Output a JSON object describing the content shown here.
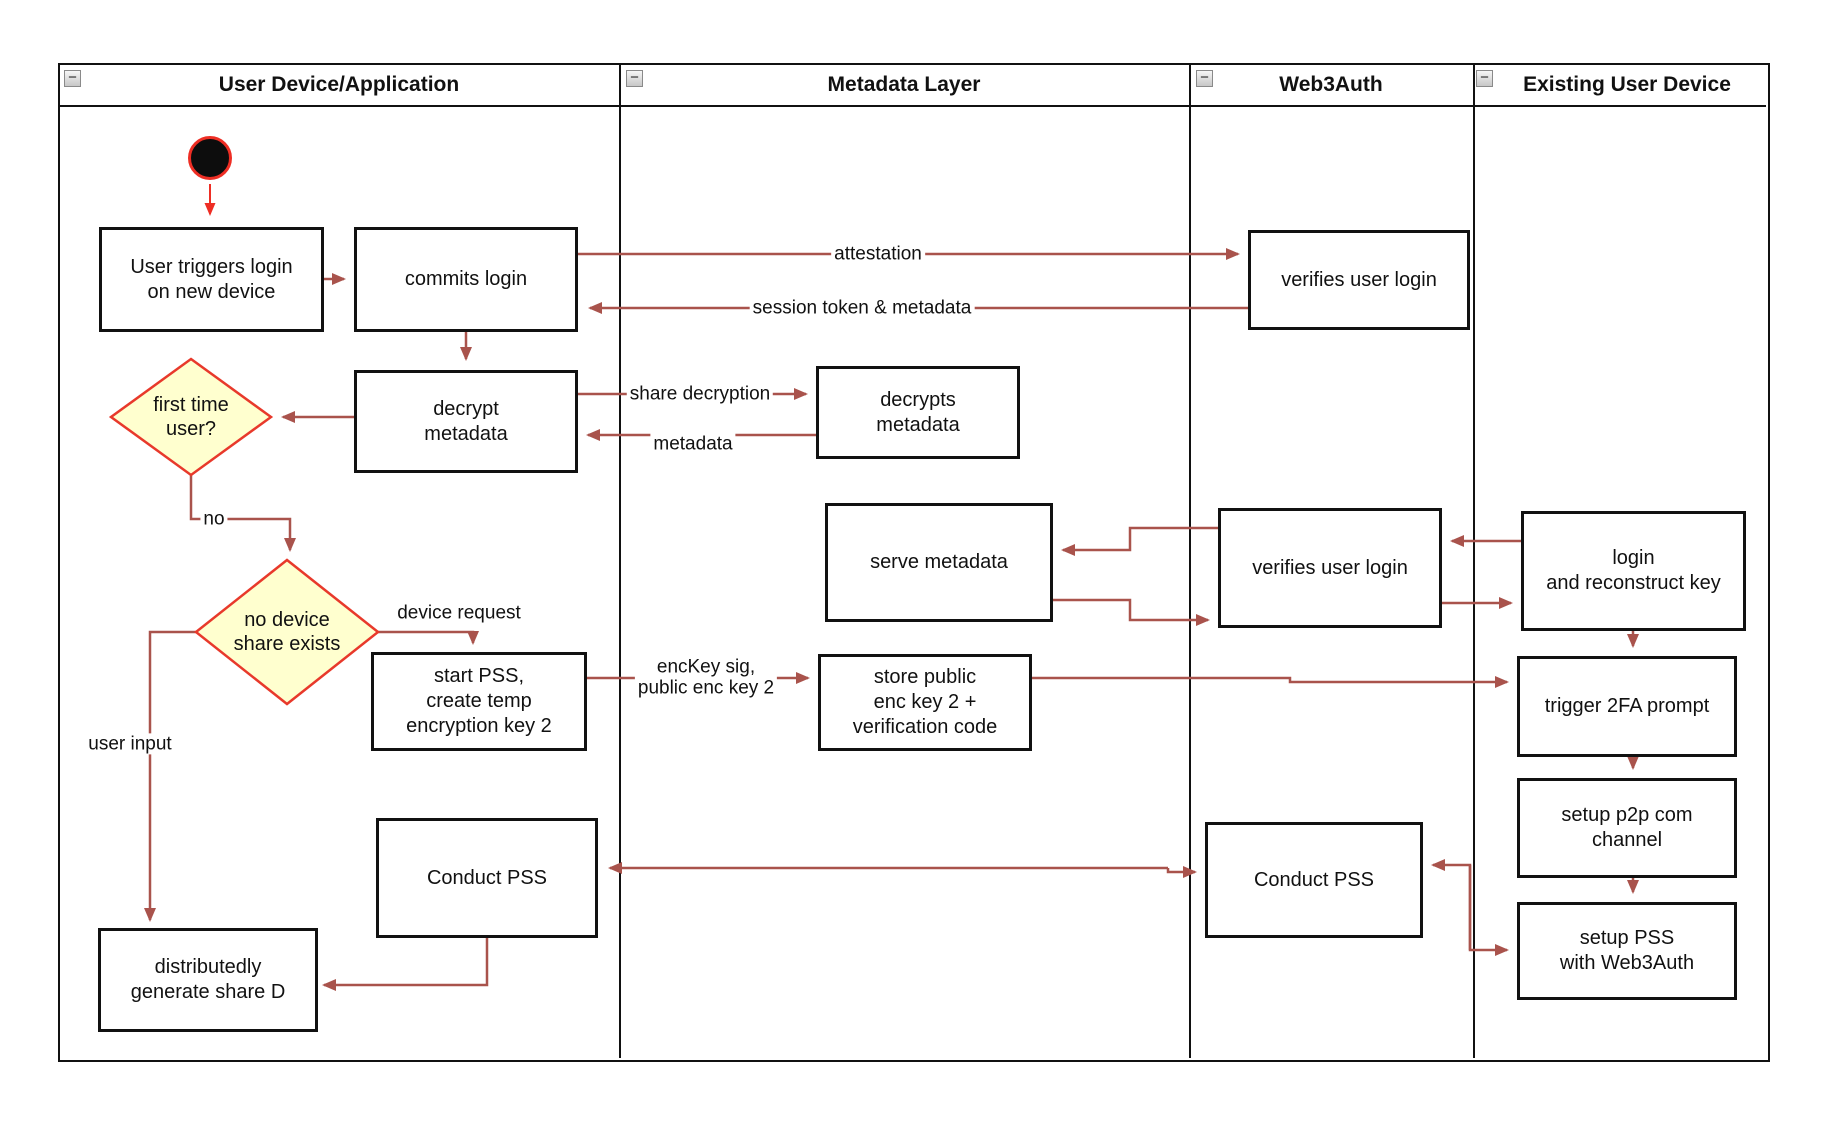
{
  "diagram": {
    "collapse_glyph": "−",
    "lanes": [
      {
        "title": "User Device/Application"
      },
      {
        "title": "Metadata Layer"
      },
      {
        "title": "Web3Auth"
      },
      {
        "title": "Existing User Device"
      }
    ],
    "nodes": {
      "user_triggers": "User triggers login\non new device",
      "commits_login": "commits login",
      "verifies_login_top": "verifies user login",
      "decrypt_metadata": "decrypt\nmetadata",
      "first_time_user": "first time\nuser?",
      "decrypts_metadata": "decrypts\nmetadata",
      "serve_metadata": "serve metadata",
      "verifies_login_mid": "verifies user login",
      "login_reconstruct": "login\nand reconstruct key",
      "no_device_share": "no device\nshare exists",
      "start_pss": "start PSS,\ncreate temp\nencryption key 2",
      "store_public": "store public\nenc key 2 +\nverification code",
      "trigger_2fa": "trigger 2FA prompt",
      "setup_p2p": "setup p2p com\nchannel",
      "setup_pss": "setup PSS\nwith Web3Auth",
      "conduct_pss_user": "Conduct PSS",
      "conduct_pss_web3": "Conduct PSS",
      "generate_share_d": "distributedly\ngenerate share D"
    },
    "edge_labels": {
      "attestation": "attestation",
      "session_token": "session token & metadata",
      "share_decryption": "share decryption",
      "metadata": "metadata",
      "no": "no",
      "device_request": "device request",
      "enckey": "encKey sig,\npublic enc key 2",
      "user_input": "user input"
    },
    "colors": {
      "arrow": "#a9534c",
      "start_arrow": "#ee2e24",
      "decision_fill": "#ffffcf",
      "decision_border": "#e8392b",
      "node_border": "#111111"
    }
  }
}
